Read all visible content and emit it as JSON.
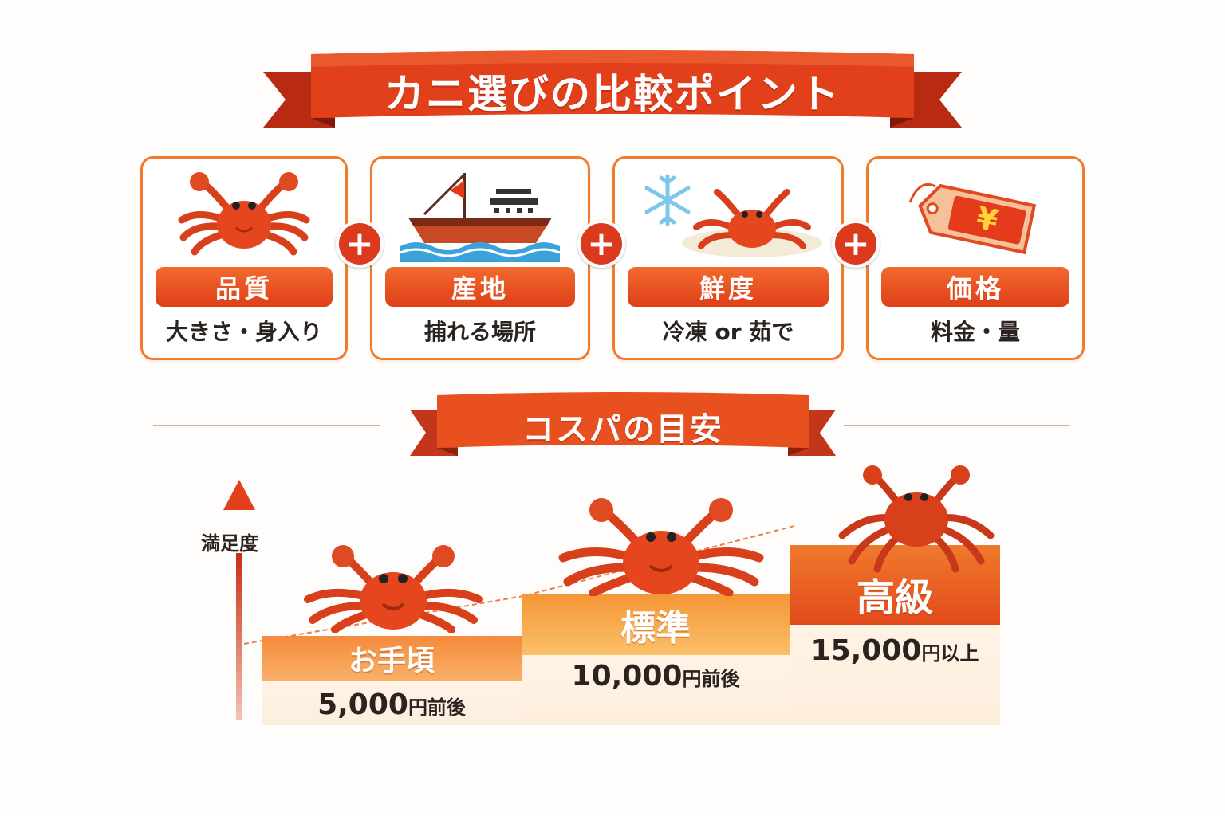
{
  "title": "カニ選びの比較ポイント",
  "cards": [
    {
      "label": "品質",
      "sub": "大きさ・身入り",
      "icon": "crab-icon"
    },
    {
      "label": "産地",
      "sub": "捕れる場所",
      "icon": "fishing-boat-icon"
    },
    {
      "label": "鮮度",
      "sub": "冷凍 or 茹で",
      "icon": "frozen-crab-icon"
    },
    {
      "label": "価格",
      "sub": "料金・量",
      "icon": "yen-price-tag-icon"
    }
  ],
  "plus_symbol": "+",
  "section2_title": "コスパの目安",
  "y_axis_label": "満足度",
  "tiers": [
    {
      "name": "お手頃",
      "price": "5,000",
      "unit": "円前後"
    },
    {
      "name": "標準",
      "price": "10,000",
      "unit": "円前後"
    },
    {
      "name": "高級",
      "price": "15,000",
      "unit": "円以上"
    }
  ],
  "colors": {
    "accent_red": "#dc3a1c",
    "accent_orange": "#f07a2e",
    "tier_budget": "#f79a4a",
    "tier_standard": "#f5a23a",
    "tier_premium": "#e8561e"
  }
}
